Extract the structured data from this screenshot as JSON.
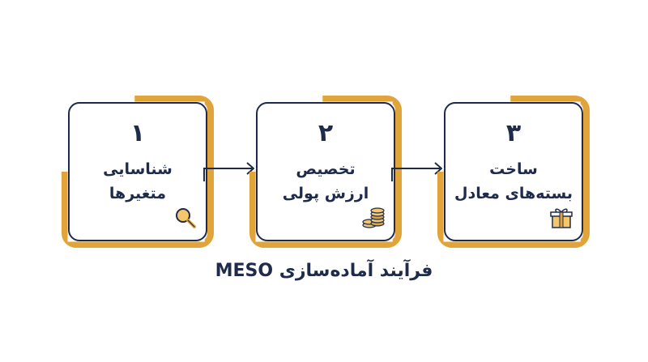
{
  "steps": [
    {
      "number": "۱",
      "line1": "شناسایی",
      "line2": "متغیرها",
      "icon": "magnifier-icon"
    },
    {
      "number": "۲",
      "line1": "تخصیص",
      "line2": "ارزش پولی",
      "icon": "coins-icon"
    },
    {
      "number": "۳",
      "line1": "ساخت",
      "line2": "بسته‌های معادل",
      "icon": "gift-icon"
    }
  ],
  "caption": "فرآیند آماده‌سازی MESO",
  "colors": {
    "accent": "#e0a43a",
    "ink": "#1f2b4a"
  }
}
